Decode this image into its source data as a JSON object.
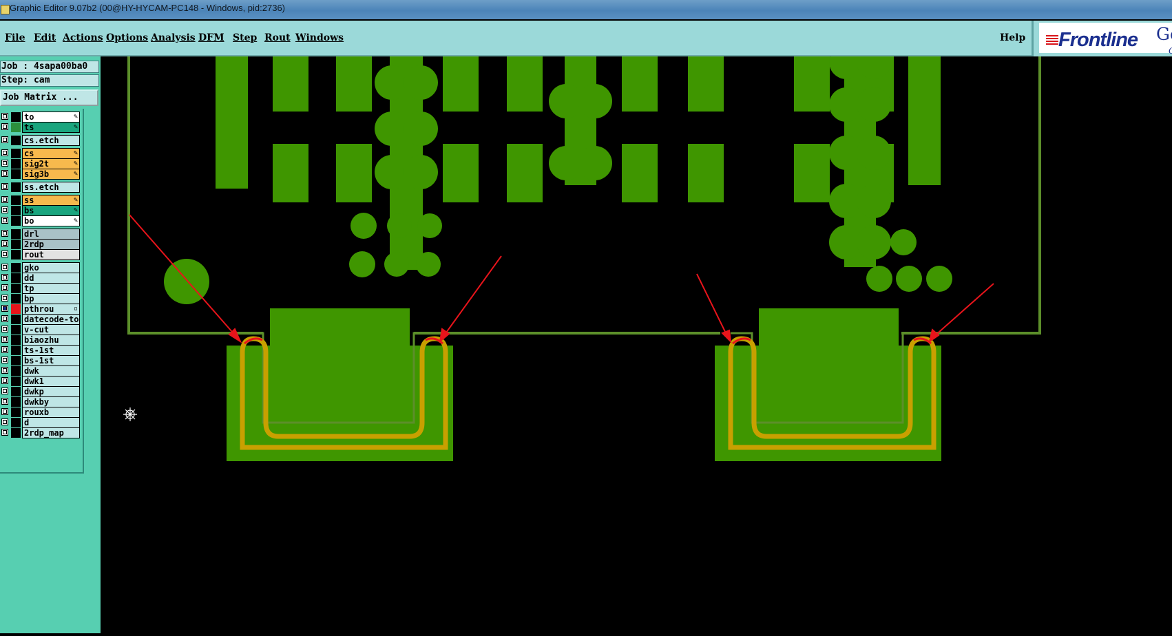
{
  "window": {
    "title": "Graphic Editor 9.07b2 (00@HY-HYCAM-PC148 - Windows, pid:2736)"
  },
  "menu": {
    "items": [
      "File",
      "Edit",
      "Actions",
      "Options",
      "Analysis",
      "DFM",
      "Step",
      "Rout",
      "Windows"
    ],
    "help": "Help"
  },
  "logo": {
    "brand": "Frontline",
    "product_partial": "Ger",
    "product_partial2": "G"
  },
  "job": {
    "job_label": "Job : 4sapa00ba0",
    "step_label": "Step: cam",
    "matrix_button": "Job Matrix ..."
  },
  "layers": [
    {
      "name": "to",
      "color": "#ffffff",
      "swatch": "#000000",
      "pen": true
    },
    {
      "name": "ts",
      "color": "#1aa57e",
      "swatch": "#2c8f3c",
      "pen": true
    },
    {
      "name": "cs.etch",
      "color": "#bfe6e6",
      "swatch": "#000000",
      "pen": false
    },
    {
      "name": "cs",
      "color": "#f7b94d",
      "swatch": "#000000",
      "pen": true
    },
    {
      "name": "sig2t",
      "color": "#f7b94d",
      "swatch": "#000000",
      "pen": true
    },
    {
      "name": "sig3b",
      "color": "#f7b94d",
      "swatch": "#000000",
      "pen": true
    },
    {
      "name": "ss.etch",
      "color": "#bfe6e6",
      "swatch": "#000000",
      "pen": false
    },
    {
      "name": "ss",
      "color": "#f7b94d",
      "swatch": "#000000",
      "pen": true
    },
    {
      "name": "bs",
      "color": "#1aa57e",
      "swatch": "#000000",
      "pen": true
    },
    {
      "name": "bo",
      "color": "#ffffff",
      "swatch": "#000000",
      "pen": true
    },
    {
      "name": "drl",
      "color": "#a9c2c7",
      "swatch": "#000000",
      "pen": false
    },
    {
      "name": "2rdp",
      "color": "#a9c2c7",
      "swatch": "#000000",
      "pen": false
    },
    {
      "name": "rout",
      "color": "#e2e2e2",
      "swatch": "#000000",
      "pen": false
    },
    {
      "name": "gko",
      "color": "#bfe6e6",
      "swatch": "#000000",
      "pen": false
    },
    {
      "name": "dd",
      "color": "#bfe6e6",
      "swatch": "#000000",
      "pen": false
    },
    {
      "name": "tp",
      "color": "#bfe6e6",
      "swatch": "#000000",
      "pen": false
    },
    {
      "name": "bp",
      "color": "#bfe6e6",
      "swatch": "#000000",
      "pen": false
    },
    {
      "name": "pthrou",
      "color": "#bfe6e6",
      "swatch": "#e8141b",
      "pen": true,
      "active": true
    },
    {
      "name": "datecode-to",
      "color": "#bfe6e6",
      "swatch": "#000000",
      "pen": false
    },
    {
      "name": "v-cut",
      "color": "#bfe6e6",
      "swatch": "#000000",
      "pen": false
    },
    {
      "name": "biaozhu",
      "color": "#bfe6e6",
      "swatch": "#000000",
      "pen": false
    },
    {
      "name": "ts-1st",
      "color": "#bfe6e6",
      "swatch": "#000000",
      "pen": false
    },
    {
      "name": "bs-1st",
      "color": "#bfe6e6",
      "swatch": "#000000",
      "pen": false
    },
    {
      "name": "dwk",
      "color": "#bfe6e6",
      "swatch": "#000000",
      "pen": false
    },
    {
      "name": "dwk1",
      "color": "#bfe6e6",
      "swatch": "#000000",
      "pen": false
    },
    {
      "name": "dwkp",
      "color": "#bfe6e6",
      "swatch": "#000000",
      "pen": false
    },
    {
      "name": "dwkby",
      "color": "#bfe6e6",
      "swatch": "#000000",
      "pen": false
    },
    {
      "name": "rouxb",
      "color": "#bfe6e6",
      "swatch": "#000000",
      "pen": false
    },
    {
      "name": "d",
      "color": "#bfe6e6",
      "swatch": "#000000",
      "pen": false
    },
    {
      "name": "2rdp_map",
      "color": "#bfe6e6",
      "swatch": "#000000",
      "pen": false
    }
  ],
  "colors": {
    "copper": "#3f9600",
    "outline": "#5c8f2a",
    "rout_path": "#c8a000",
    "marker": "#e8141b",
    "background": "#000000"
  }
}
